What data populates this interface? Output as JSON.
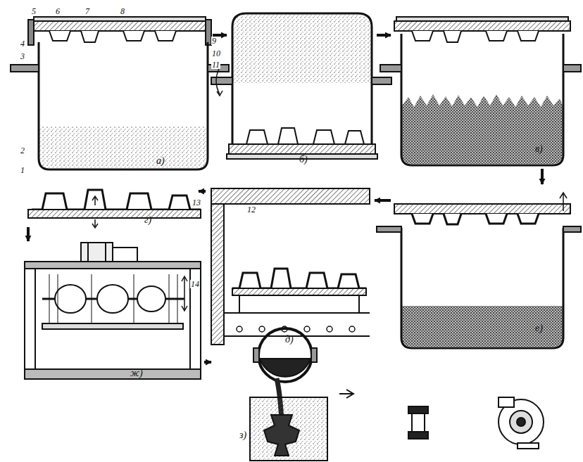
{
  "diagram": {
    "nodes": [
      {
        "text": [
          "а)"
        ]
      },
      {
        "text": [
          "б)"
        ]
      },
      {
        "text": [
          "в)"
        ]
      },
      {
        "text": [
          "г)"
        ]
      },
      {
        "text": [
          "д)"
        ]
      },
      {
        "text": [
          "е)"
        ]
      },
      {
        "text": [
          "ж)"
        ]
      },
      {
        "text": [
          "з)"
        ]
      }
    ],
    "edges": [
      {
        "from": 0,
        "to": 1,
        "arrow": "to"
      },
      {
        "from": 1,
        "to": 2,
        "arrow": "to"
      },
      {
        "from": 2,
        "to": 5,
        "arrow": "to"
      },
      {
        "from": 5,
        "to": 4,
        "arrow": "to"
      },
      {
        "from": 4,
        "to": 3,
        "arrow": "to"
      },
      {
        "from": 3,
        "to": 6,
        "arrow": "to"
      },
      {
        "from": 6,
        "to": 7,
        "arrow": "to"
      }
    ],
    "labels": [
      "5",
      "6",
      "7",
      "8",
      "9",
      "10",
      "4",
      "3",
      "11",
      "2",
      "1",
      "13",
      "12",
      "14"
    ]
  }
}
